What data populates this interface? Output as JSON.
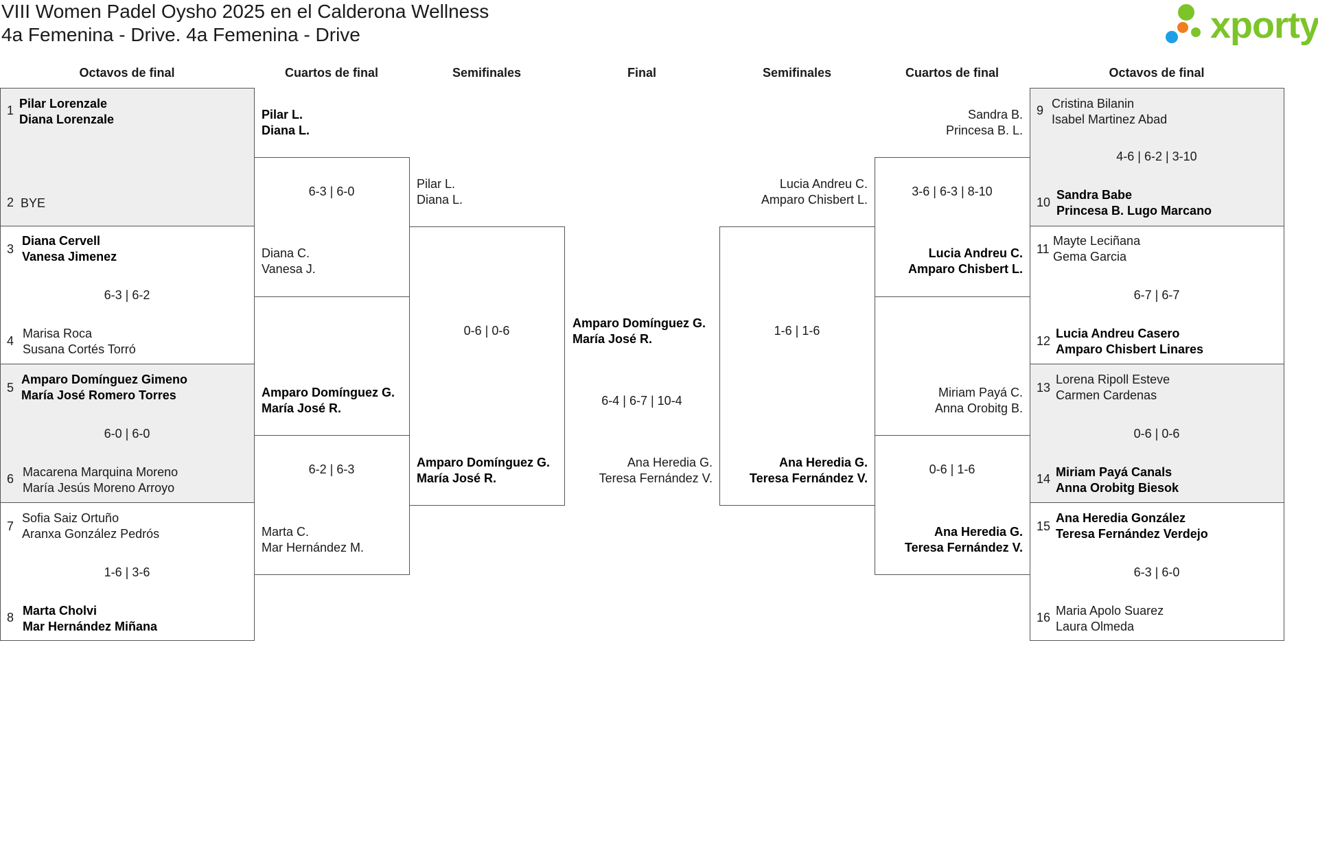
{
  "header": {
    "title_line1": "VIII Women Padel Oysho 2025 en el Calderona Wellness",
    "title_line2": "4a Femenina - Drive. 4a Femenina - Drive"
  },
  "logo": {
    "text": "xporty",
    "color": "#7cc42a",
    "dot_colors": [
      "#7cc42a",
      "#f07d1e",
      "#1ea0e6"
    ]
  },
  "rounds": {
    "left": [
      "Octavos de final",
      "Cuartos de final",
      "Semifinales"
    ],
    "center": "Final",
    "right": [
      "Semifinales",
      "Cuartos de final",
      "Octavos de final"
    ]
  },
  "left_r16": [
    {
      "seed_a": "1",
      "a1": "Pilar Lorenzale",
      "a2": "Diana Lorenzale",
      "seed_b": "2",
      "b1": "BYE",
      "b2": "",
      "score": "",
      "winner": "a"
    },
    {
      "seed_a": "3",
      "a1": "Diana Cervell",
      "a2": "Vanesa Jimenez",
      "seed_b": "4",
      "b1": "Marisa Roca",
      "b2": "Susana Cortés Torró",
      "score": "6-3 | 6-2",
      "winner": "a"
    },
    {
      "seed_a": "5",
      "a1": "Amparo Domínguez Gimeno",
      "a2": "María José Romero Torres",
      "seed_b": "6",
      "b1": "Macarena Marquina Moreno",
      "b2": "María Jesús Moreno Arroyo",
      "score": "6-0 | 6-0",
      "winner": "a"
    },
    {
      "seed_a": "7",
      "a1": "Sofia Saiz Ortuño",
      "a2": "Aranxa González Pedrós",
      "seed_b": "8",
      "b1": "Marta Cholvi",
      "b2": "Mar Hernández Miñana",
      "score": "1-6 | 3-6",
      "winner": "b"
    }
  ],
  "left_qf": [
    {
      "a1": "Pilar L.",
      "a2": "Diana L.",
      "b1": "Diana C.",
      "b2": "Vanesa J.",
      "score": "6-3 | 6-0",
      "winner": "a"
    },
    {
      "a1": "Amparo Domínguez G.",
      "a2": "María José R.",
      "b1": "Marta C.",
      "b2": "Mar Hernández M.",
      "score": "6-2 | 6-3",
      "winner": "a"
    }
  ],
  "left_sf": {
    "a1": "Pilar L.",
    "a2": "Diana L.",
    "b1": "Amparo Domínguez G.",
    "b2": "María José R.",
    "score": "0-6 | 0-6",
    "winner": "b"
  },
  "final": {
    "a1": "Amparo Domínguez G.",
    "a2": "María José R.",
    "b1": "Ana Heredia G.",
    "b2": "Teresa Fernández V.",
    "score": "6-4 | 6-7 | 10-4",
    "winner": "a"
  },
  "right_sf": {
    "a1": "Lucia Andreu C.",
    "a2": "Amparo Chisbert L.",
    "b1": "Ana Heredia G.",
    "b2": "Teresa Fernández V.",
    "score": "1-6 | 1-6",
    "winner": "b"
  },
  "right_qf": [
    {
      "a1": "Sandra B.",
      "a2": "Princesa B. L.",
      "b1": "Lucia Andreu C.",
      "b2": "Amparo Chisbert L.",
      "score": "3-6 | 6-3 | 8-10",
      "winner": "b"
    },
    {
      "a1": "Miriam Payá C.",
      "a2": "Anna Orobitg B.",
      "b1": "Ana Heredia G.",
      "b2": "Teresa Fernández V.",
      "score": "0-6 | 1-6",
      "winner": "b"
    }
  ],
  "right_r16": [
    {
      "seed_a": "9",
      "a1": "Cristina Bilanin",
      "a2": "Isabel Martinez Abad",
      "seed_b": "10",
      "b1": "Sandra Babe",
      "b2": "Princesa B. Lugo Marcano",
      "score": "4-6 | 6-2 | 3-10",
      "winner": "b"
    },
    {
      "seed_a": "11",
      "a1": "Mayte Leciñana",
      "a2": "Gema Garcia",
      "seed_b": "12",
      "b1": "Lucia Andreu Casero",
      "b2": "Amparo Chisbert Linares",
      "score": "6-7 | 6-7",
      "winner": "b"
    },
    {
      "seed_a": "13",
      "a1": "Lorena Ripoll Esteve",
      "a2": "Carmen Cardenas",
      "seed_b": "14",
      "b1": "Miriam Payá Canals",
      "b2": "Anna Orobitg Biesok",
      "score": "0-6 | 0-6",
      "winner": "b"
    },
    {
      "seed_a": "15",
      "a1": "Ana Heredia González",
      "a2": "Teresa Fernández Verdejo",
      "seed_b": "16",
      "b1": "Maria Apolo Suarez",
      "b2": "Laura Olmeda",
      "score": "6-3 | 6-0",
      "winner": "a"
    }
  ]
}
